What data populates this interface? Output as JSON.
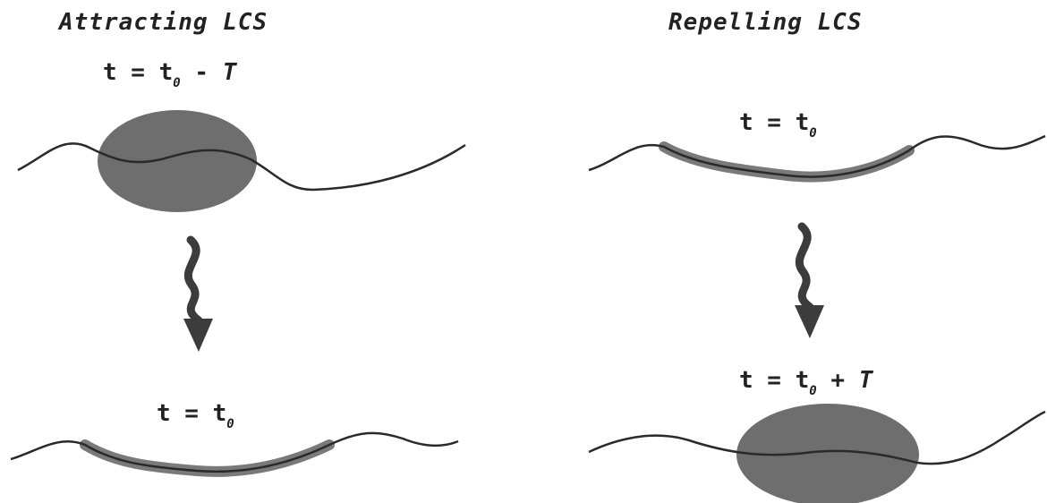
{
  "left_panel": {
    "title": "Attracting LCS",
    "top_label": {
      "prefix": "t = t",
      "sub": "0",
      "suffix": " - ",
      "var": "T"
    },
    "bottom_label": {
      "prefix": "t = t",
      "sub": "0",
      "suffix": "",
      "var": ""
    }
  },
  "right_panel": {
    "title": "Repelling LCS",
    "top_label": {
      "prefix": "t = t",
      "sub": "0",
      "suffix": "",
      "var": ""
    },
    "bottom_label": {
      "prefix": "t = t",
      "sub": "0",
      "suffix": " + ",
      "var": "T"
    }
  },
  "colors": {
    "curve": "#2a2a2a",
    "blob": "#6e6e6e",
    "arrow": "#3c3c3c"
  }
}
